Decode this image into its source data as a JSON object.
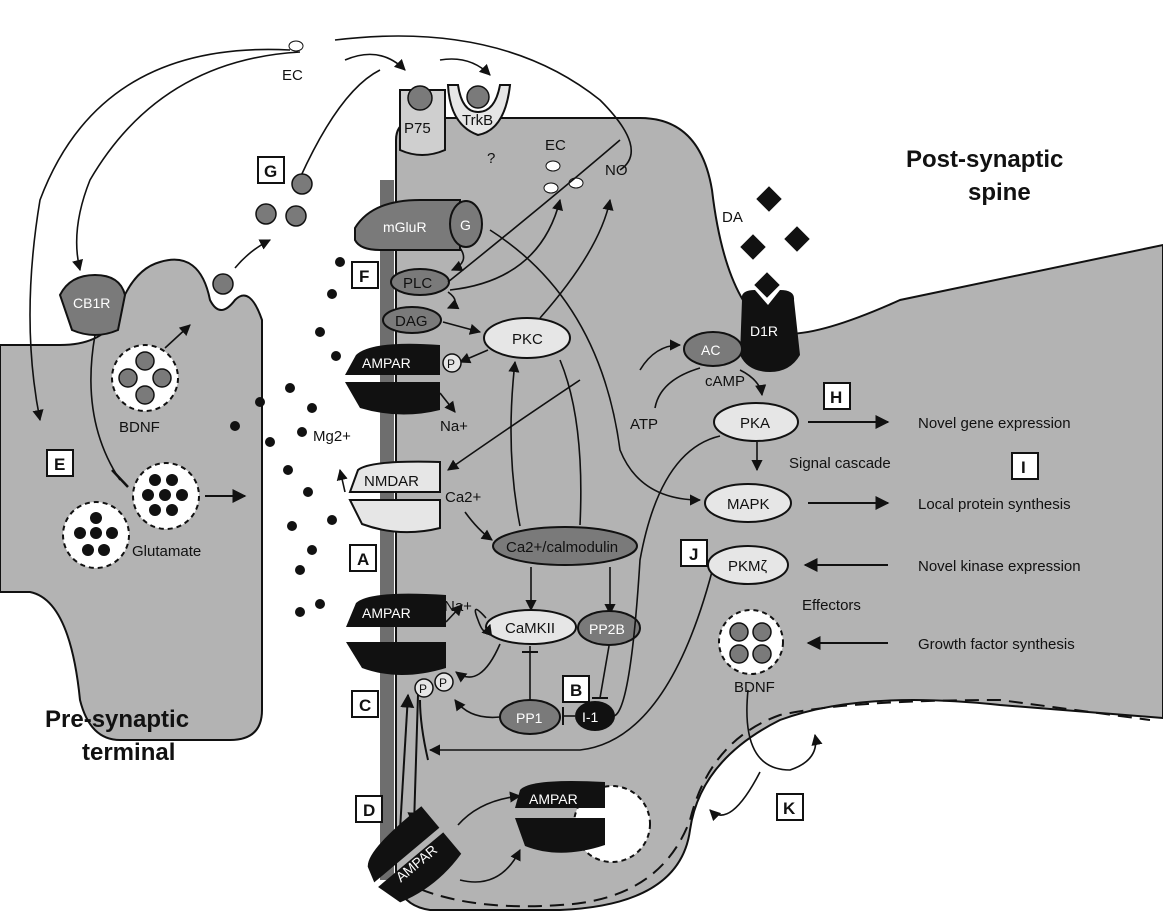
{
  "regions": {
    "post_synaptic": [
      "Post-synaptic",
      "spine"
    ],
    "pre_synaptic": [
      "Pre-synaptic",
      "terminal"
    ]
  },
  "molecules": {
    "ec_top": "EC",
    "ec_inside": "EC",
    "p75": "P75",
    "trkb": "TrkB",
    "question": "?",
    "mglur": "mGluR",
    "g": "G",
    "plc": "PLC",
    "dag": "DAG",
    "pkc": "PKC",
    "no": "NO",
    "da": "DA",
    "d1r": "D1R",
    "ac": "AC",
    "camp": "cAMP",
    "atp": "ATP",
    "pka": "PKA",
    "mapk": "MAPK",
    "pkmz": "PKMζ",
    "ampar_top": "AMPAR",
    "p_top": "P",
    "na_top": "Na+",
    "mg": "Mg2+",
    "nmdar": "NMDAR",
    "ca": "Ca2+",
    "ca_calmodulin": "Ca2+/calmodulin",
    "na_mid": "Na+",
    "ampar_mid": "AMPAR",
    "p1": "P",
    "p2": "P",
    "camkii": "CaMKII",
    "pp2b": "PP2B",
    "pp1": "PP1",
    "i1": "I-1",
    "ampar_diag": "AMPAR",
    "ampar_vesicle": "AMPAR",
    "cb1r": "CB1R",
    "bdnf_pre": "BDNF",
    "glutamate": "Glutamate",
    "bdnf_post": "BDNF"
  },
  "processes": {
    "signal_cascade": "Signal cascade",
    "effectors": "Effectors",
    "novel_gene": "Novel gene expression",
    "local_protein": "Local  protein synthesis",
    "novel_kinase": "Novel kinase expression",
    "growth_factor": "Growth factor synthesis"
  },
  "panel_labels": {
    "A": "A",
    "B": "B",
    "C": "C",
    "D": "D",
    "E": "E",
    "F": "F",
    "G": "G",
    "H": "H",
    "I": "I",
    "J": "J",
    "K": "K"
  },
  "colors": {
    "cell_fill": "#b3b3b3",
    "dark_fill": "#7a7a7a",
    "black_fill": "#111111",
    "light_fill": "#e6e6e6",
    "membrane_band": "#6e6e6e"
  }
}
